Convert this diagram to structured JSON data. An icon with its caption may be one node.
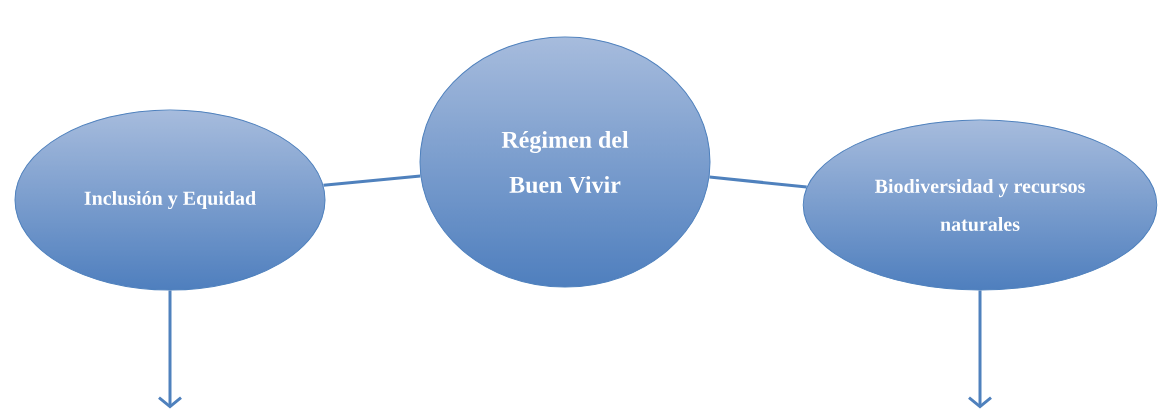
{
  "diagram": {
    "nodes": [
      {
        "text": [
          "Inclusión y Equidad"
        ]
      },
      {
        "text": [
          "Régimen del Buen Vivir"
        ]
      },
      {
        "text": [
          "Biodiversidad y recursos naturales"
        ]
      }
    ],
    "edges": [
      {
        "from": 0,
        "to": 1,
        "arrow": "none"
      },
      {
        "from": 1,
        "to": 2,
        "arrow": "none"
      },
      {
        "from": 0,
        "to": null,
        "arrow": "to"
      },
      {
        "from": 2,
        "to": null,
        "arrow": "to"
      }
    ]
  }
}
